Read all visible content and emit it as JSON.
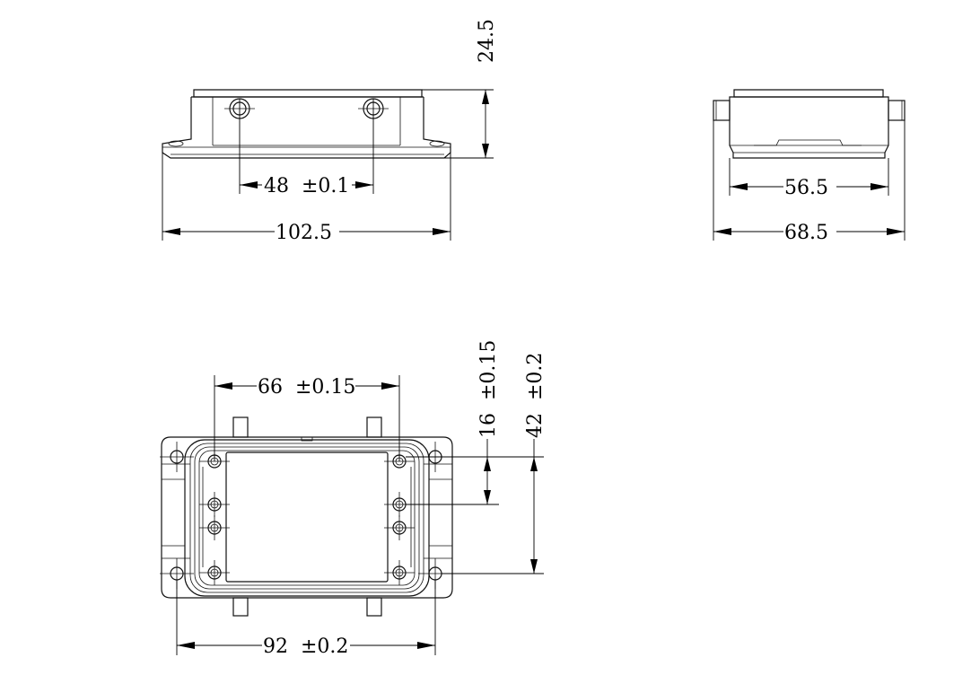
{
  "dimensions": {
    "front_height": "24.5",
    "front_hole_spacing": "48  ±0.1",
    "front_overall_width": "102.5",
    "side_body_width": "56.5",
    "side_overall_width": "68.5",
    "top_center_spacing": "66  ±0.15",
    "top_hole_pitch": "16  ±0.15",
    "top_mount_height": "42  ±0.2",
    "bottom_mount_spacing": "92  ±0.2"
  }
}
